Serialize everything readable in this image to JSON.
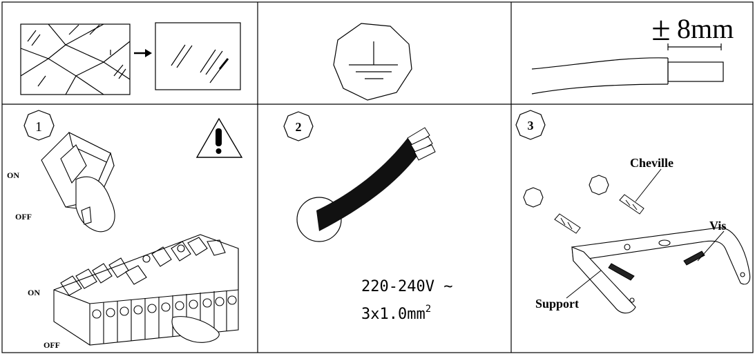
{
  "step_numbers": [
    "1",
    "2",
    "3"
  ],
  "panel1": {
    "on_label_top": "ON",
    "off_label_top": "OFF",
    "on_label_bottom": "ON",
    "off_label_bottom": "OFF"
  },
  "dimension": {
    "plus_minus": "±",
    "value": "8mm"
  },
  "panel2": {
    "voltage": "220-240V ~",
    "cable_base": "3x1.0mm",
    "cable_exp": "2"
  },
  "panel3": {
    "cheville": "Cheville",
    "vis": "Vis",
    "support": "Support"
  },
  "icons": [
    "broken-glass-icon",
    "earth-ground-icon",
    "warning-icon"
  ]
}
